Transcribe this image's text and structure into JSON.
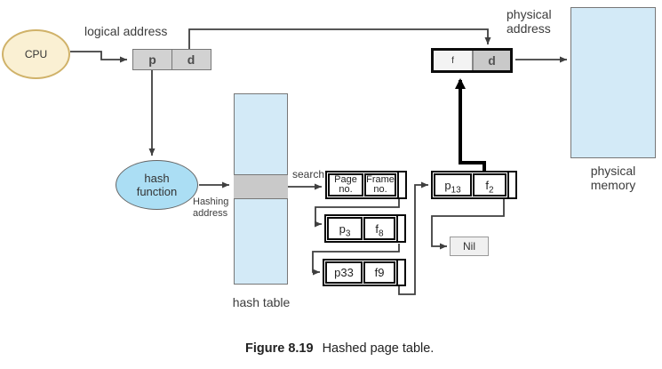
{
  "diagram": {
    "caption": {
      "figure_label": "Figure 8.19",
      "figure_title": "Hashed page table."
    },
    "cpu": {
      "label": "CPU"
    },
    "logical_address": {
      "label": "logical address",
      "p_field": "p",
      "d_field": "d"
    },
    "physical_address": {
      "label_line1": "physical",
      "label_line2": "address",
      "f_field": "f",
      "d_field": "d"
    },
    "hash_function": {
      "label_line1": "hash",
      "label_line2": "function"
    },
    "hashing_address": {
      "line1": "Hashing",
      "line2": "address"
    },
    "search_label": "search",
    "hash_table": {
      "label": "hash table"
    },
    "physical_memory": {
      "label_line1": "physical",
      "label_line2": "memory"
    },
    "header_node": {
      "page_line1": "Page",
      "page_line2": "no.",
      "frame_line1": "Frame",
      "frame_line2": "no."
    },
    "nodes": [
      {
        "page": "p",
        "page_sub": "3",
        "frame": "f",
        "frame_sub": "8"
      },
      {
        "page": "p33",
        "page_sub": "",
        "frame": "f9",
        "frame_sub": ""
      },
      {
        "page": "p",
        "page_sub": "13",
        "frame": "f",
        "frame_sub": "2"
      }
    ],
    "nil_label": "Nil",
    "colors": {
      "light_blue_fill": "#d3eaf7",
      "hash_fn_blue": "#abdef4",
      "cpu_yellow": "#faf0d3",
      "cpu_border": "#d0b269",
      "gray_cell": "#d2d2d2",
      "slot_gray": "#c9c9c9",
      "line_color": "#3f3f3f"
    }
  }
}
